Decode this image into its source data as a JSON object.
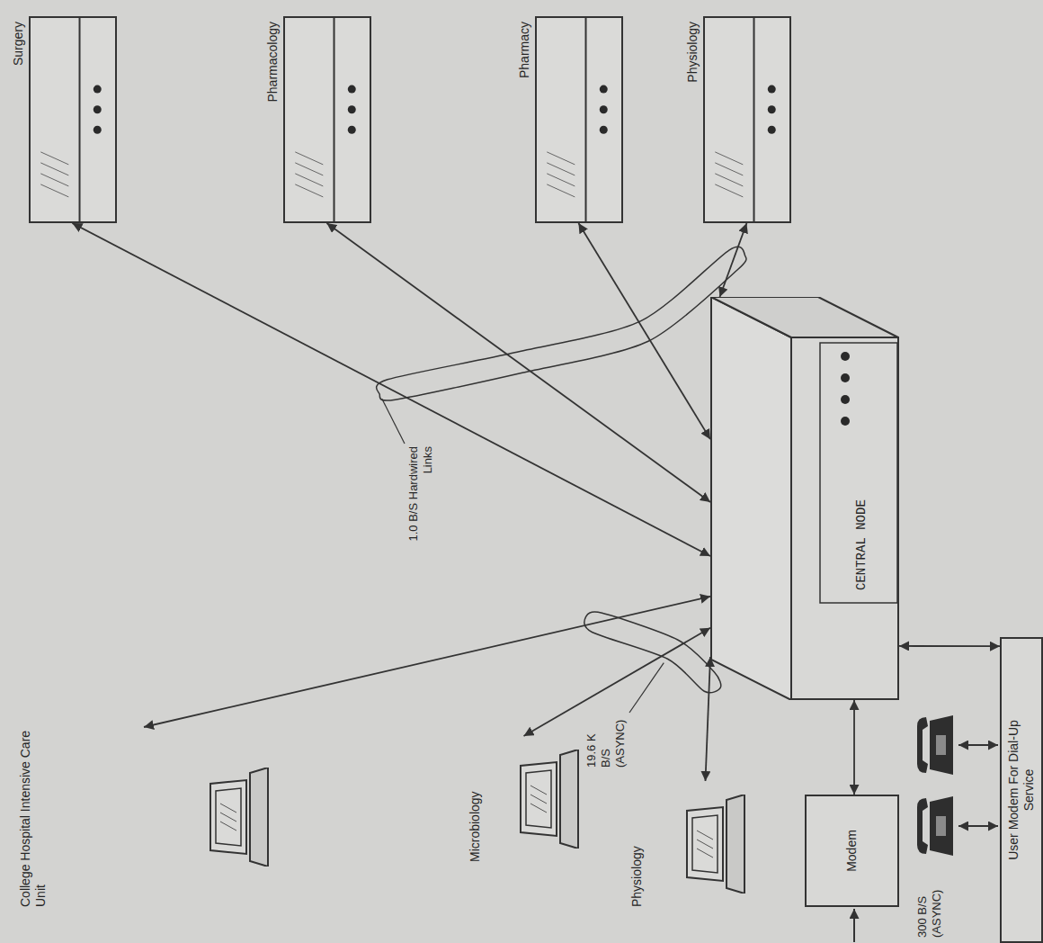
{
  "diagram": {
    "nodes": [
      {
        "text": [
          "Surgery"
        ]
      },
      {
        "text": [
          "Pharmacology"
        ]
      },
      {
        "text": [
          "Pharmacy"
        ]
      },
      {
        "text": [
          "Physiology"
        ]
      },
      {
        "text": [
          "College Hospital Intensive Care Unit"
        ]
      },
      {
        "text": [
          "Microbiology"
        ]
      },
      {
        "text": [
          "Physiology"
        ]
      },
      {
        "text": [
          "CENTRAL NODE"
        ]
      },
      {
        "text": [
          "User Modem For Dial-Up Service"
        ]
      },
      {
        "text": [
          "Modem"
        ]
      }
    ],
    "edges": [
      {
        "from": 7,
        "to": 0,
        "arrow": "both"
      },
      {
        "from": 7,
        "to": 1,
        "arrow": "both"
      },
      {
        "from": 7,
        "to": 2,
        "arrow": "both"
      },
      {
        "from": 7,
        "to": 3,
        "arrow": "both"
      },
      {
        "from": 7,
        "to": 4,
        "arrow": "both"
      },
      {
        "from": 7,
        "to": 5,
        "arrow": "both"
      },
      {
        "from": 7,
        "to": 6,
        "arrow": "both"
      },
      {
        "from": 7,
        "to": 8,
        "arrow": "both"
      },
      {
        "from": 7,
        "to": 9,
        "arrow": "both"
      }
    ],
    "labels": [
      "1.0 B/S Hardwired Links",
      "19.6 K B/S (ASYNC)",
      "300 B/S (ASYNC)"
    ]
  }
}
